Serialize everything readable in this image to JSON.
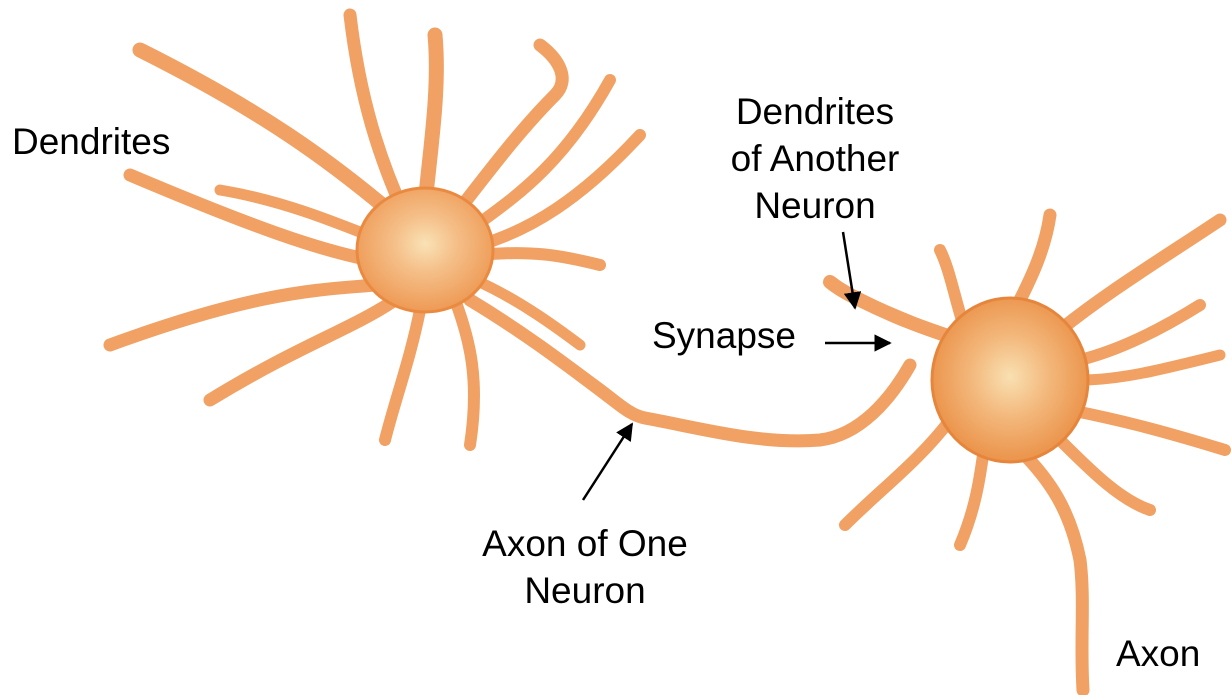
{
  "labels": {
    "dendrites": "Dendrites",
    "dendrites_another": [
      "Dendrites",
      "of Another",
      "Neuron"
    ],
    "synapse": "Synapse",
    "axon_one": [
      "Axon of One",
      "Neuron"
    ],
    "axon": "Axon"
  },
  "colors": {
    "neuron_fill": "#f0a163",
    "neuron_edge": "#e07a30",
    "soma_highlight": "#f8dcae",
    "arrow": "#000000",
    "background": "#ffffff"
  }
}
